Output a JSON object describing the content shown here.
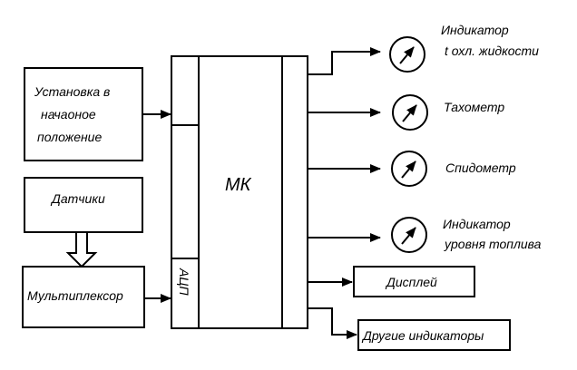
{
  "blocks": {
    "init": [
      "Установка в",
      "начаоное",
      "положение"
    ],
    "sensors": "Датчики",
    "mux": "Мультиплексор",
    "adc": "АЦП",
    "mcu": "МК",
    "display": "Дисплей",
    "other": "Другие индикаторы"
  },
  "indicators": {
    "coolant": [
      "Индикатор",
      "t охл. жидкости"
    ],
    "tachometer": "Тахометр",
    "speedometer": "Спидометр",
    "fuel": [
      "Индикатор",
      "уровня топлива"
    ]
  },
  "colors": {
    "line": "#000000",
    "background": "#ffffff"
  },
  "icons": {
    "arrowhead": "filled-triangle",
    "gauge": "gauge-icon",
    "down_arrow": "hollow-arrow-down"
  }
}
